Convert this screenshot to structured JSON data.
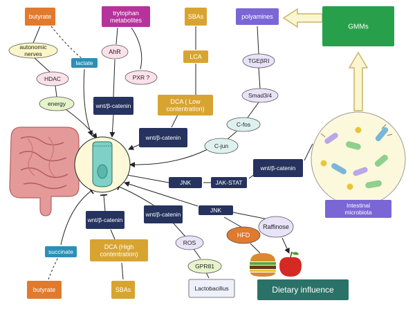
{
  "colors": {
    "orange": "#e07a2e",
    "magenta": "#b5339a",
    "gold": "#d8a431",
    "purple_box": "#7b66d6",
    "navy": "#26335f",
    "teal_dark": "#2a7267",
    "green_box": "#28a04b",
    "blue_box": "#2c8fb8",
    "yellow_ellipse": "#fbf6c8",
    "pink_ellipse": "#fbe1ea",
    "green_ellipse": "#e7f3c9",
    "teal_ellipse": "#dff1ef",
    "lavender_ellipse": "#e8e3f7",
    "hfd_orange": "#e07a2e",
    "cell_circle": "#fcf8d8",
    "microbiota_circle": "#fbf8dc",
    "line": "#222222",
    "arrow_outline": "#c9b46a",
    "arrow_fill": "#fbf6cf"
  },
  "icons": {
    "intestine": "intestine-icon",
    "cell": "epithelial-cell-icon",
    "burger": "burger-icon",
    "apple": "apple-icon",
    "bacteria": "bacteria-icon"
  },
  "nodes": {
    "butyrate_top": "butyrate",
    "tryptophan": "trytophan metabolites",
    "sbas_top": "SBAs",
    "polyamines": "polyamines",
    "gmms": "GMMs",
    "autonomic_nerves": "autonomic nerves",
    "lactate": "lactate",
    "ahr": "AhR",
    "pxr": "PXR ?",
    "lca": "LCA",
    "tgebri": "TGEβRI",
    "hdac": "HDAC",
    "smad": "Smad3/4",
    "energy": "energy",
    "wnt_trp": "wnt/β-catenin",
    "dca_low": "DCA ( Low contentration)",
    "cfos": "C-fos",
    "wnt_dca_low": "wnt/β-catenin",
    "cjun": "C-jun",
    "wnt_microbiota": "wnt/β-catenin",
    "jnk_left": "JNK",
    "jak_stat": "JAK-STAT",
    "intestinal_microbiota": "Intestinal microbiota",
    "wnt_dca_high": "wnt/β-catenin",
    "wnt_ros": "wnt/β-catenin",
    "jnk_hfd": "JNK",
    "raffinose": "Raffinose",
    "hfd": "HFD",
    "succinate": "succinate",
    "dca_high": "DCA (High contentration)",
    "ros": "ROS",
    "gpr81": "GPR81",
    "lactobacillus": "Lactobacillus",
    "dietary_influence": "Dietary influence",
    "butyrate_bottom": "butyrate",
    "sbas_bottom": "SBAs"
  }
}
